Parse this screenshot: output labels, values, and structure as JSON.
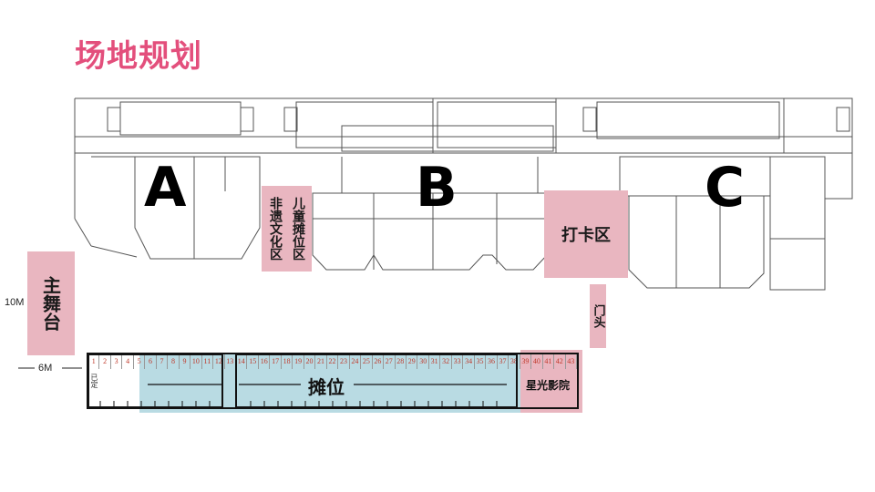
{
  "title": "场地规划",
  "sections": {
    "a": "A",
    "b": "B",
    "c": "C"
  },
  "zones": {
    "main_stage": "主舞台",
    "heritage": "非遗文化区",
    "kids_stall": "儿童摊位区",
    "checkin": "打卡区",
    "gate": "门头",
    "cinema": "星光影院",
    "stalls": "摊位"
  },
  "dimensions": {
    "height": "10M",
    "width": "6M"
  },
  "stall_numbers": [
    "1",
    "2",
    "3",
    "4",
    "5",
    "6",
    "7",
    "8",
    "9",
    "10",
    "11",
    "12",
    "13",
    "14",
    "15",
    "16",
    "17",
    "18",
    "19",
    "20",
    "21",
    "22",
    "23",
    "24",
    "25",
    "26",
    "27",
    "28",
    "29",
    "30",
    "31",
    "32",
    "33",
    "34",
    "35",
    "36",
    "37",
    "38",
    "39",
    "40",
    "41",
    "42",
    "43"
  ],
  "stall_note": "已定",
  "colors": {
    "title": "#e34f7c",
    "zone_pink": "#e9b6c0",
    "stall_blue": "#b9dbe3"
  }
}
